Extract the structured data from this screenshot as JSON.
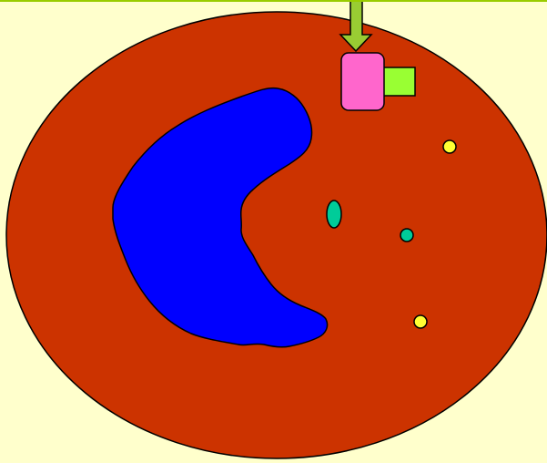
{
  "diagram": {
    "background_color": "#ffffcc",
    "top_border_color": "#99cc00",
    "elements": [
      {
        "id": "cell-body",
        "shape": "ellipse",
        "fill": "#cc3300",
        "stroke": "#000000"
      },
      {
        "id": "nucleus",
        "shape": "kidney-blob",
        "fill": "#0000ff",
        "stroke": "#000000"
      },
      {
        "id": "arrow",
        "shape": "down-arrow",
        "fill": "#99cc33",
        "stroke": "#000000"
      },
      {
        "id": "pink-receptor",
        "shape": "rounded-rect",
        "fill": "#ff66cc",
        "stroke": "#000000"
      },
      {
        "id": "green-ligand",
        "shape": "rect",
        "fill": "#99ff33",
        "stroke": "#000000"
      },
      {
        "id": "teal-oval",
        "shape": "ellipse",
        "fill": "#00cc99",
        "stroke": "#000000"
      },
      {
        "id": "teal-dot",
        "shape": "circle",
        "fill": "#00cc99",
        "stroke": "#000000"
      },
      {
        "id": "yellow-dot-upper",
        "shape": "circle",
        "fill": "#ffff33",
        "stroke": "#000000"
      },
      {
        "id": "yellow-dot-lower",
        "shape": "circle",
        "fill": "#ffff33",
        "stroke": "#000000"
      }
    ]
  }
}
